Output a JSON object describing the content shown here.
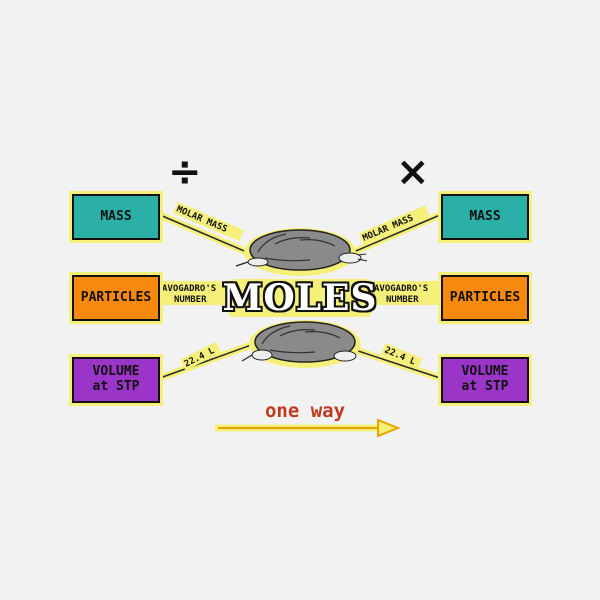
{
  "operations": {
    "left": "÷",
    "right": "×"
  },
  "center_label": "MOLES",
  "left_boxes": [
    {
      "label": "MASS",
      "color": "#2bb0a8"
    },
    {
      "label": "PARTICLES",
      "color": "#f7890f"
    },
    {
      "label": "VOLUME\nat STP",
      "color": "#9a35c8"
    }
  ],
  "right_boxes": [
    {
      "label": "MASS",
      "color": "#2bb0a8"
    },
    {
      "label": "PARTICLES",
      "color": "#f7890f"
    },
    {
      "label": "VOLUME\nat STP",
      "color": "#9a35c8"
    }
  ],
  "connector_labels": {
    "molar_mass": "MOLAR MASS",
    "avogadro_line1": "AVOGADRO'S",
    "avogadro_line2": "NUMBER",
    "volume": "22.4 L"
  },
  "footer": {
    "text": "one way"
  },
  "colors": {
    "highlight": "#f5f07a",
    "line": "#e0c200",
    "arrow": "#e8a400",
    "footer_text": "#c23a1e"
  },
  "illustration": {
    "subject": "mole-animal-drawing"
  }
}
